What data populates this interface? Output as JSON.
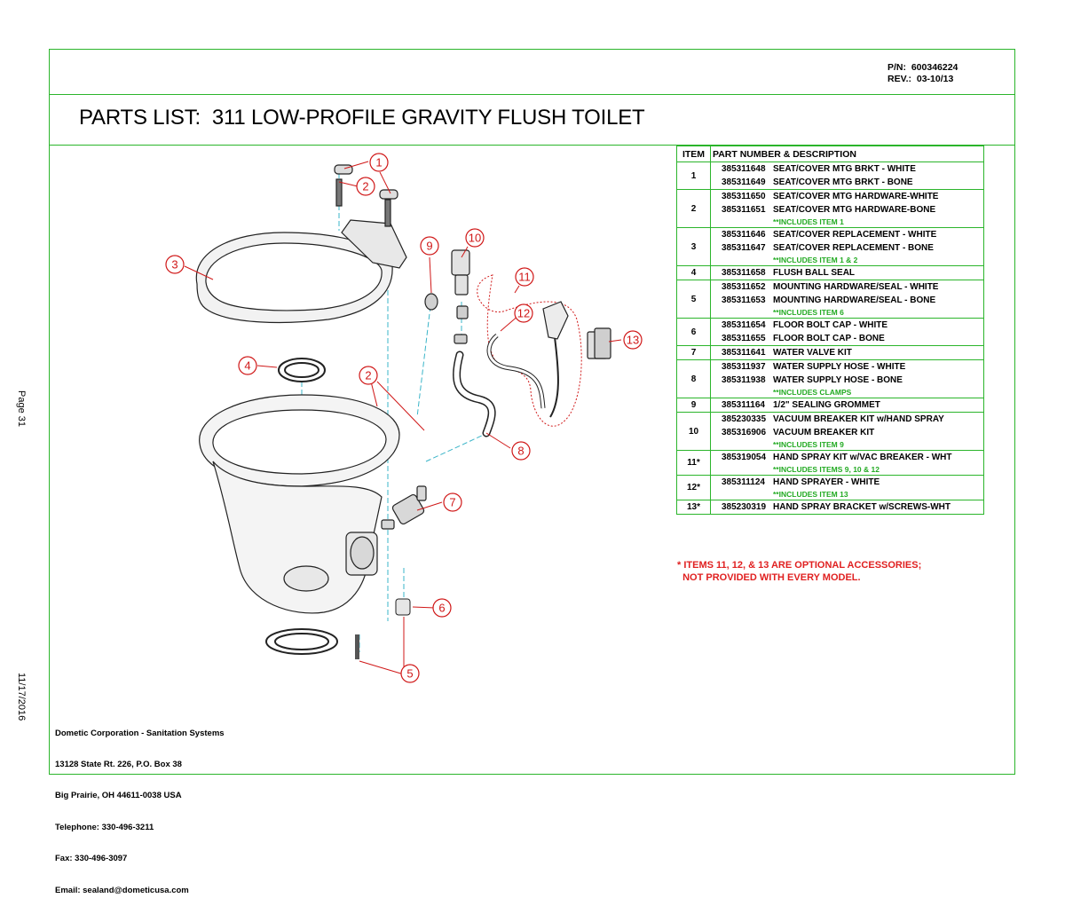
{
  "header": {
    "pn_label": "P/N:  600346224",
    "rev_label": "REV.:  03-10/13"
  },
  "title": "PARTS LIST:  311 LOW-PROFILE GRAVITY FLUSH TOILET",
  "side_labels": {
    "page": "Page 31",
    "date": "11/17/2016"
  },
  "table": {
    "headers": {
      "item": "ITEM",
      "desc": "PART NUMBER & DESCRIPTION"
    },
    "rows": [
      {
        "item": "1",
        "lines": [
          {
            "pn": "385311648",
            "desc": "SEAT/COVER MTG BRKT - WHITE"
          },
          {
            "pn": "385311649",
            "desc": "SEAT/COVER MTG BRKT - BONE"
          }
        ],
        "note": ""
      },
      {
        "item": "2",
        "lines": [
          {
            "pn": "385311650",
            "desc": "SEAT/COVER MTG HARDWARE-WHITE"
          },
          {
            "pn": "385311651",
            "desc": "SEAT/COVER MTG HARDWARE-BONE"
          }
        ],
        "note": "**INCLUDES ITEM 1"
      },
      {
        "item": "3",
        "lines": [
          {
            "pn": "385311646",
            "desc": "SEAT/COVER REPLACEMENT - WHITE"
          },
          {
            "pn": "385311647",
            "desc": "SEAT/COVER REPLACEMENT - BONE"
          }
        ],
        "note": "**INCLUDES ITEM 1 & 2"
      },
      {
        "item": "4",
        "lines": [
          {
            "pn": "385311658",
            "desc": "FLUSH BALL SEAL"
          }
        ],
        "note": ""
      },
      {
        "item": "5",
        "lines": [
          {
            "pn": "385311652",
            "desc": "MOUNTING HARDWARE/SEAL - WHITE"
          },
          {
            "pn": "385311653",
            "desc": "MOUNTING HARDWARE/SEAL - BONE"
          }
        ],
        "note": "**INCLUDES ITEM 6"
      },
      {
        "item": "6",
        "lines": [
          {
            "pn": "385311654",
            "desc": "FLOOR BOLT CAP - WHITE"
          },
          {
            "pn": "385311655",
            "desc": "FLOOR BOLT CAP - BONE"
          }
        ],
        "note": ""
      },
      {
        "item": "7",
        "lines": [
          {
            "pn": "385311641",
            "desc": "WATER VALVE KIT"
          }
        ],
        "note": ""
      },
      {
        "item": "8",
        "lines": [
          {
            "pn": "385311937",
            "desc": "WATER SUPPLY HOSE - WHITE"
          },
          {
            "pn": "385311938",
            "desc": "WATER SUPPLY HOSE - BONE"
          }
        ],
        "note": "**INCLUDES CLAMPS"
      },
      {
        "item": "9",
        "lines": [
          {
            "pn": "385311164",
            "desc": "1/2\" SEALING GROMMET"
          }
        ],
        "note": ""
      },
      {
        "item": "10",
        "lines": [
          {
            "pn": "385230335",
            "desc": "VACUUM BREAKER KIT w/HAND SPRAY"
          },
          {
            "pn": "385316906",
            "desc": "VACUUM BREAKER KIT"
          }
        ],
        "note": "**INCLUDES ITEM 9"
      },
      {
        "item": "11*",
        "lines": [
          {
            "pn": "385319054",
            "desc": "HAND SPRAY KIT w/VAC BREAKER - WHT"
          }
        ],
        "note": "**INCLUDES ITEMS 9, 10 & 12"
      },
      {
        "item": "12*",
        "lines": [
          {
            "pn": "385311124",
            "desc": "HAND SPRAYER - WHITE"
          }
        ],
        "note": "**INCLUDES ITEM 13"
      },
      {
        "item": "13*",
        "lines": [
          {
            "pn": "385230319",
            "desc": "HAND SPRAY BRACKET w/SCREWS-WHT"
          }
        ],
        "note": ""
      }
    ]
  },
  "optional_note": "* ITEMS 11, 12, & 13 ARE OPTIONAL ACCESSORIES;\n  NOT PROVIDED WITH EVERY MODEL.",
  "address": {
    "line1": "Dometic Corporation - Sanitation Systems",
    "line2": "13128 State Rt. 226, P.O. Box 38",
    "line3": "Big Prairie, OH 44611-0038 USA",
    "line4": "Telephone: 330-496-3211",
    "line5": "Fax: 330-496-3097",
    "line6": "Email: sealand@dometicusa.com"
  },
  "callouts": [
    "1",
    "2",
    "3",
    "4",
    "2",
    "5",
    "6",
    "7",
    "8",
    "9",
    "10",
    "11",
    "12",
    "13"
  ],
  "colors": {
    "border": "#2bb52b",
    "callout": "#d01818",
    "note_green": "#22aa22",
    "accent_red": "#e02020",
    "leader_cyan": "#39b4c8"
  }
}
